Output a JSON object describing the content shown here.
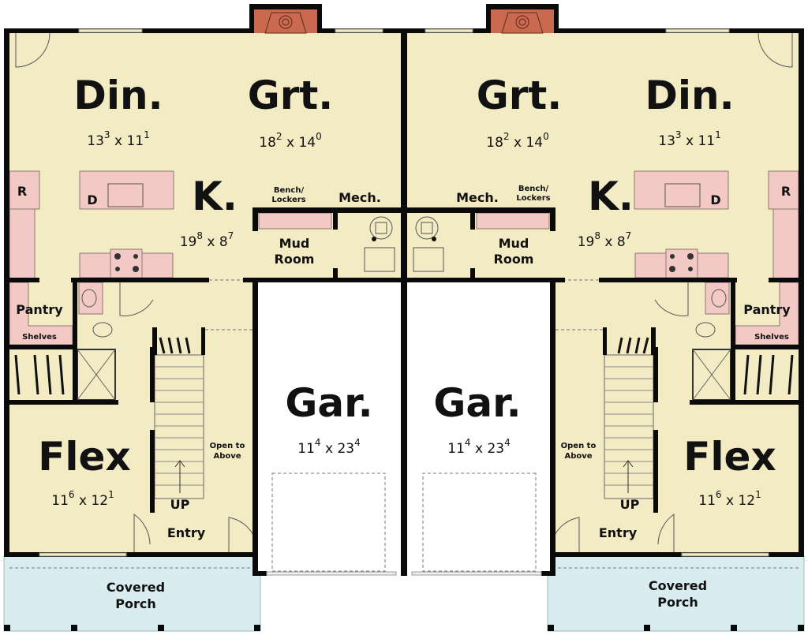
{
  "colors": {
    "floor": "#f3ebc4",
    "counter": "#f2c9c4",
    "porch": "#d9ecef",
    "fireplace": "#c9694f",
    "garage": "#ffffff",
    "wall": "#0a0a0a"
  },
  "units": [
    {
      "dining": {
        "name": "Din.",
        "dim": {
          "w": "13",
          "wi": "3",
          "l": "11",
          "li": "1"
        }
      },
      "great": {
        "name": "Grt.",
        "dim": {
          "w": "18",
          "wi": "2",
          "l": "14",
          "li": "0"
        }
      },
      "kitchen": {
        "name": "K.",
        "dim": {
          "w": "19",
          "wi": "8",
          "l": "8",
          "li": "7"
        }
      },
      "bench": [
        "Bench/",
        "Lockers"
      ],
      "mech": "Mech.",
      "mud": [
        "Mud",
        "Room"
      ],
      "pantry": "Pantry",
      "shelves": "Shelves",
      "fridge": "R",
      "dishwasher": "D",
      "flex": {
        "name": "Flex",
        "dim": {
          "w": "11",
          "wi": "6",
          "l": "12",
          "li": "1"
        }
      },
      "garage": {
        "name": "Gar.",
        "dim": {
          "w": "11",
          "wi": "4",
          "l": "23",
          "li": "4"
        }
      },
      "open_above": [
        "Open to",
        "Above"
      ],
      "up": "UP",
      "entry": "Entry",
      "porch": [
        "Covered",
        "Porch"
      ]
    },
    {
      "dining": {
        "name": "Din.",
        "dim": {
          "w": "13",
          "wi": "3",
          "l": "11",
          "li": "1"
        }
      },
      "great": {
        "name": "Grt.",
        "dim": {
          "w": "18",
          "wi": "2",
          "l": "14",
          "li": "0"
        }
      },
      "kitchen": {
        "name": "K.",
        "dim": {
          "w": "19",
          "wi": "8",
          "l": "8",
          "li": "7"
        }
      },
      "bench": [
        "Bench/",
        "Lockers"
      ],
      "mech": "Mech.",
      "mud": [
        "Mud",
        "Room"
      ],
      "pantry": "Pantry",
      "shelves": "Shelves",
      "fridge": "R",
      "dishwasher": "D",
      "flex": {
        "name": "Flex",
        "dim": {
          "w": "11",
          "wi": "6",
          "l": "12",
          "li": "1"
        }
      },
      "garage": {
        "name": "Gar.",
        "dim": {
          "w": "11",
          "wi": "4",
          "l": "23",
          "li": "4"
        }
      },
      "open_above": [
        "Open to",
        "Above"
      ],
      "up": "UP",
      "entry": "Entry",
      "porch": [
        "Covered",
        "Porch"
      ]
    }
  ]
}
